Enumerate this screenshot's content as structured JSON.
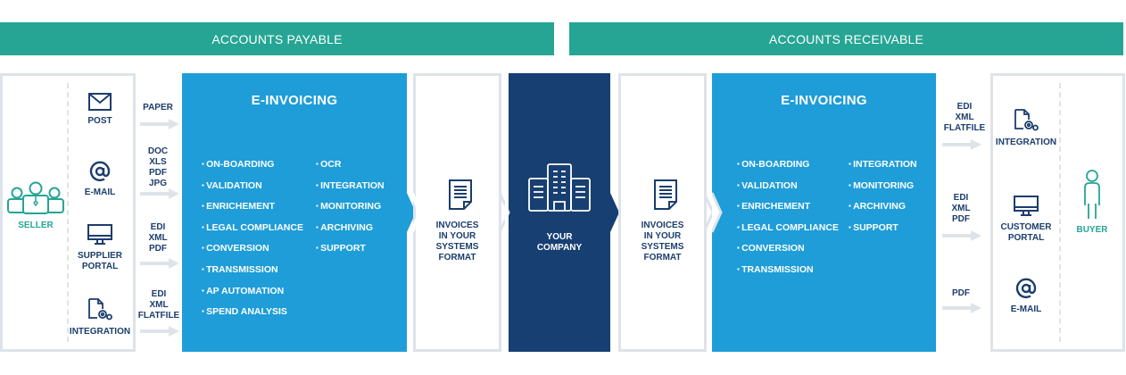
{
  "headers": {
    "payable": "ACCOUNTS PAYABLE",
    "receivable": "ACCOUNTS RECEIVABLE"
  },
  "seller": {
    "label": "SELLER",
    "channels": [
      {
        "icon": "envelope-icon",
        "label": [
          "POST"
        ]
      },
      {
        "icon": "at-sign-icon",
        "label": [
          "E-MAIL"
        ]
      },
      {
        "icon": "monitor-icon",
        "label": [
          "SUPPLIER",
          "PORTAL"
        ]
      },
      {
        "icon": "document-gears-icon",
        "label": [
          "INTEGRATION"
        ]
      }
    ],
    "formats": [
      [
        "PAPER"
      ],
      [
        "DOC",
        "XLS",
        "PDF",
        "JPG"
      ],
      [
        "EDI",
        "XML",
        "PDF"
      ],
      [
        "EDI",
        "XML",
        "FLATFILE"
      ]
    ]
  },
  "einvoicing_payable": {
    "title": "E-INVOICING",
    "col1": [
      "ON-BOARDING",
      "VALIDATION",
      "ENRICHEMENT",
      "LEGAL COMPLIANCE",
      "CONVERSION",
      "TRANSMISSION",
      "AP AUTOMATION",
      "SPEND ANALYSIS"
    ],
    "col2": [
      "OCR",
      "INTEGRATION",
      "MONITORING",
      "ARCHIVING",
      "SUPPORT"
    ]
  },
  "invoices_in": {
    "icon": "document-icon",
    "label": [
      "INVOICES",
      "IN YOUR",
      "SYSTEMS",
      "FORMAT"
    ]
  },
  "company": {
    "icon": "office-building-icon",
    "label": [
      "YOUR",
      "COMPANY"
    ]
  },
  "invoices_out": {
    "icon": "document-icon",
    "label": [
      "INVOICES",
      "IN YOUR",
      "SYSTEMS",
      "FORMAT"
    ]
  },
  "einvoicing_receivable": {
    "title": "E-INVOICING",
    "col1": [
      "ON-BOARDING",
      "VALIDATION",
      "ENRICHEMENT",
      "LEGAL COMPLIANCE",
      "CONVERSION",
      "TRANSMISSION"
    ],
    "col2": [
      "INTEGRATION",
      "MONITORING",
      "ARCHIVING",
      "SUPPORT"
    ]
  },
  "buyer": {
    "label": "BUYER",
    "formats": [
      [
        "EDI",
        "XML",
        "FLATFILE"
      ],
      [
        "EDI",
        "XML",
        "PDF"
      ],
      [
        "PDF"
      ]
    ],
    "channels": [
      {
        "icon": "document-gears-icon",
        "label": [
          "INTEGRATION"
        ]
      },
      {
        "icon": "monitor-icon",
        "label": [
          "CUSTOMER",
          "PORTAL"
        ]
      },
      {
        "icon": "at-sign-icon",
        "label": [
          "E-MAIL"
        ]
      }
    ]
  },
  "colors": {
    "header_teal": "#26a594",
    "einvoicing_blue": "#1e9dd8",
    "company_navy": "#173f72",
    "text_navy": "#1b3d6d",
    "outline_gray": "#dde4e9"
  }
}
